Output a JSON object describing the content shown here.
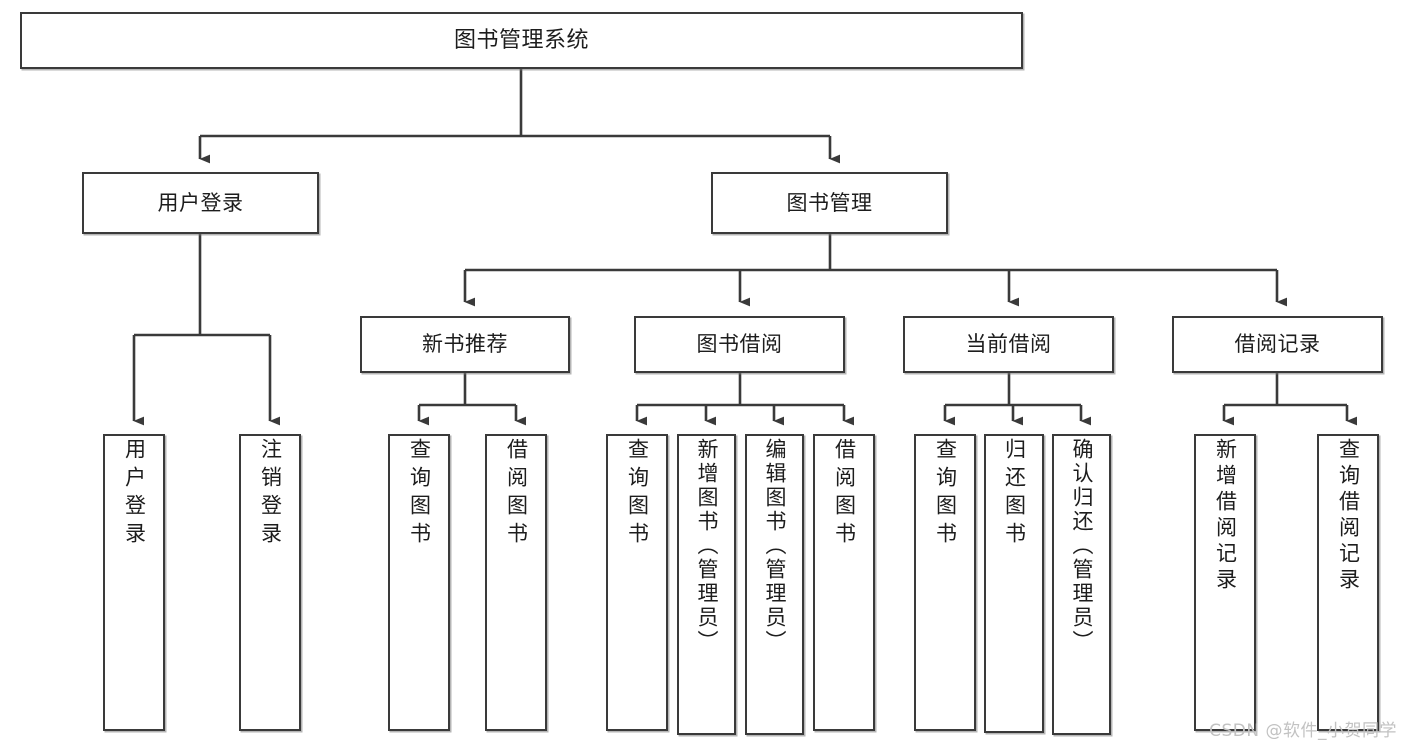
{
  "diagram": {
    "title": "图书管理系统",
    "watermark": "CSDN @软件_小贺同学",
    "stroke_color": "#3a3a3a",
    "text_color": "#1d1d1d",
    "background_color": "#ffffff",
    "watermark_color": "#c2c2c2",
    "type": "tree-hierarchy",
    "levels": 4
  },
  "nodes": {
    "root": {
      "label": "图书管理系统"
    },
    "level1": [
      {
        "label": "用户登录"
      },
      {
        "label": "图书管理"
      }
    ],
    "level2": [
      {
        "label": "新书推荐"
      },
      {
        "label": "图书借阅"
      },
      {
        "label": "当前借阅"
      },
      {
        "label": "借阅记录"
      }
    ],
    "leaves": {
      "user_login": [
        {
          "label": "用户登录"
        },
        {
          "label": "注销登录"
        }
      ],
      "new_book_recommend": [
        {
          "label": "查询图书"
        },
        {
          "label": "借阅图书"
        }
      ],
      "book_borrow": [
        {
          "label": "查询图书"
        },
        {
          "label": "新增图书（管理员）"
        },
        {
          "label": "编辑图书（管理员）"
        },
        {
          "label": "借阅图书"
        }
      ],
      "current_borrow": [
        {
          "label": "查询图书"
        },
        {
          "label": "归还图书"
        },
        {
          "label": "确认归还（管理员）"
        }
      ],
      "borrow_record": [
        {
          "label": "新增借阅记录"
        },
        {
          "label": "查询借阅记录"
        }
      ]
    }
  }
}
